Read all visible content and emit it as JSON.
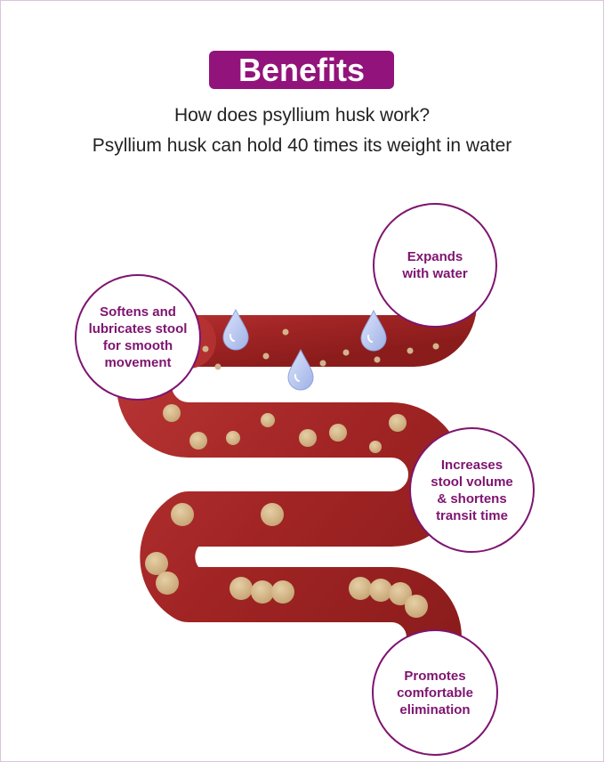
{
  "header": {
    "badge": "Benefits",
    "line1": "How does psyllium husk work?",
    "line2": "Psyllium husk can hold 40 times its weight in water"
  },
  "callouts": {
    "expands": "Expands\nwith water",
    "softens": "Softens and\nlubricates stool\nfor smooth\nmovement",
    "increases": "Increases\nstool volume\n& shortens\ntransit time",
    "promotes": "Promotes\ncomfortable\nelimination"
  },
  "colors": {
    "brand": "#93137c",
    "callout_text": "#7e1470",
    "intestine": "#a72828",
    "intestine_dark": "#7d1717",
    "stool": "#d2b48c",
    "water_drop": "#b9c7ee"
  },
  "icons": [
    "water-drop-icon",
    "stool-particle-icon",
    "intestine-illustration"
  ]
}
